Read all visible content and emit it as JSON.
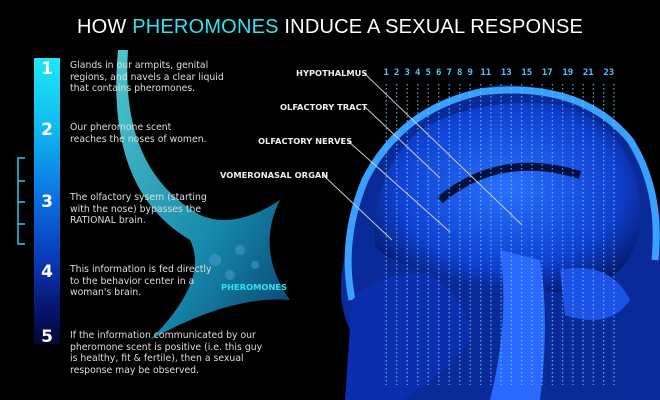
{
  "title": {
    "before": "HOW ",
    "highlight": "PHEROMONES",
    "after": " INDUCE A SEXUAL RESPONSE"
  },
  "steps": [
    {
      "number": "1",
      "text": "Glands in our armpits, genital regions, and navels a clear liquid that contains pheromones."
    },
    {
      "number": "2",
      "text": "Our pheromone scent reaches the noses of women."
    },
    {
      "number": "3",
      "text": "The olfactory sysem (starting with the nose) bypasses the RATIONAL brain."
    },
    {
      "number": "4",
      "text": "This information is fed directly to the behavior center in a woman's brain."
    },
    {
      "number": "5",
      "text": "If the information communicated by our pheromone scent is positive (i.e. this guy is healthy, fit & fertile), then a sexual response may be observed."
    }
  ],
  "labels": {
    "hypothalmus": "HYPOTHALMUS",
    "olfactory_tract": "OLFACTORY TRACT",
    "olfactory_nerves": "OLFACTORY NERVES",
    "vomeronasal": "VOMERONASAL ORGAN",
    "pheromones": "PHEROMONES"
  },
  "scan_numbers": [
    "1",
    "2",
    "3",
    "4",
    "5",
    "6",
    "7",
    "8",
    "9",
    "11",
    "13",
    "15",
    "17",
    "19",
    "21",
    "23"
  ],
  "colors": {
    "accent": "#2ee4f2",
    "brain": "#1a5cff"
  }
}
